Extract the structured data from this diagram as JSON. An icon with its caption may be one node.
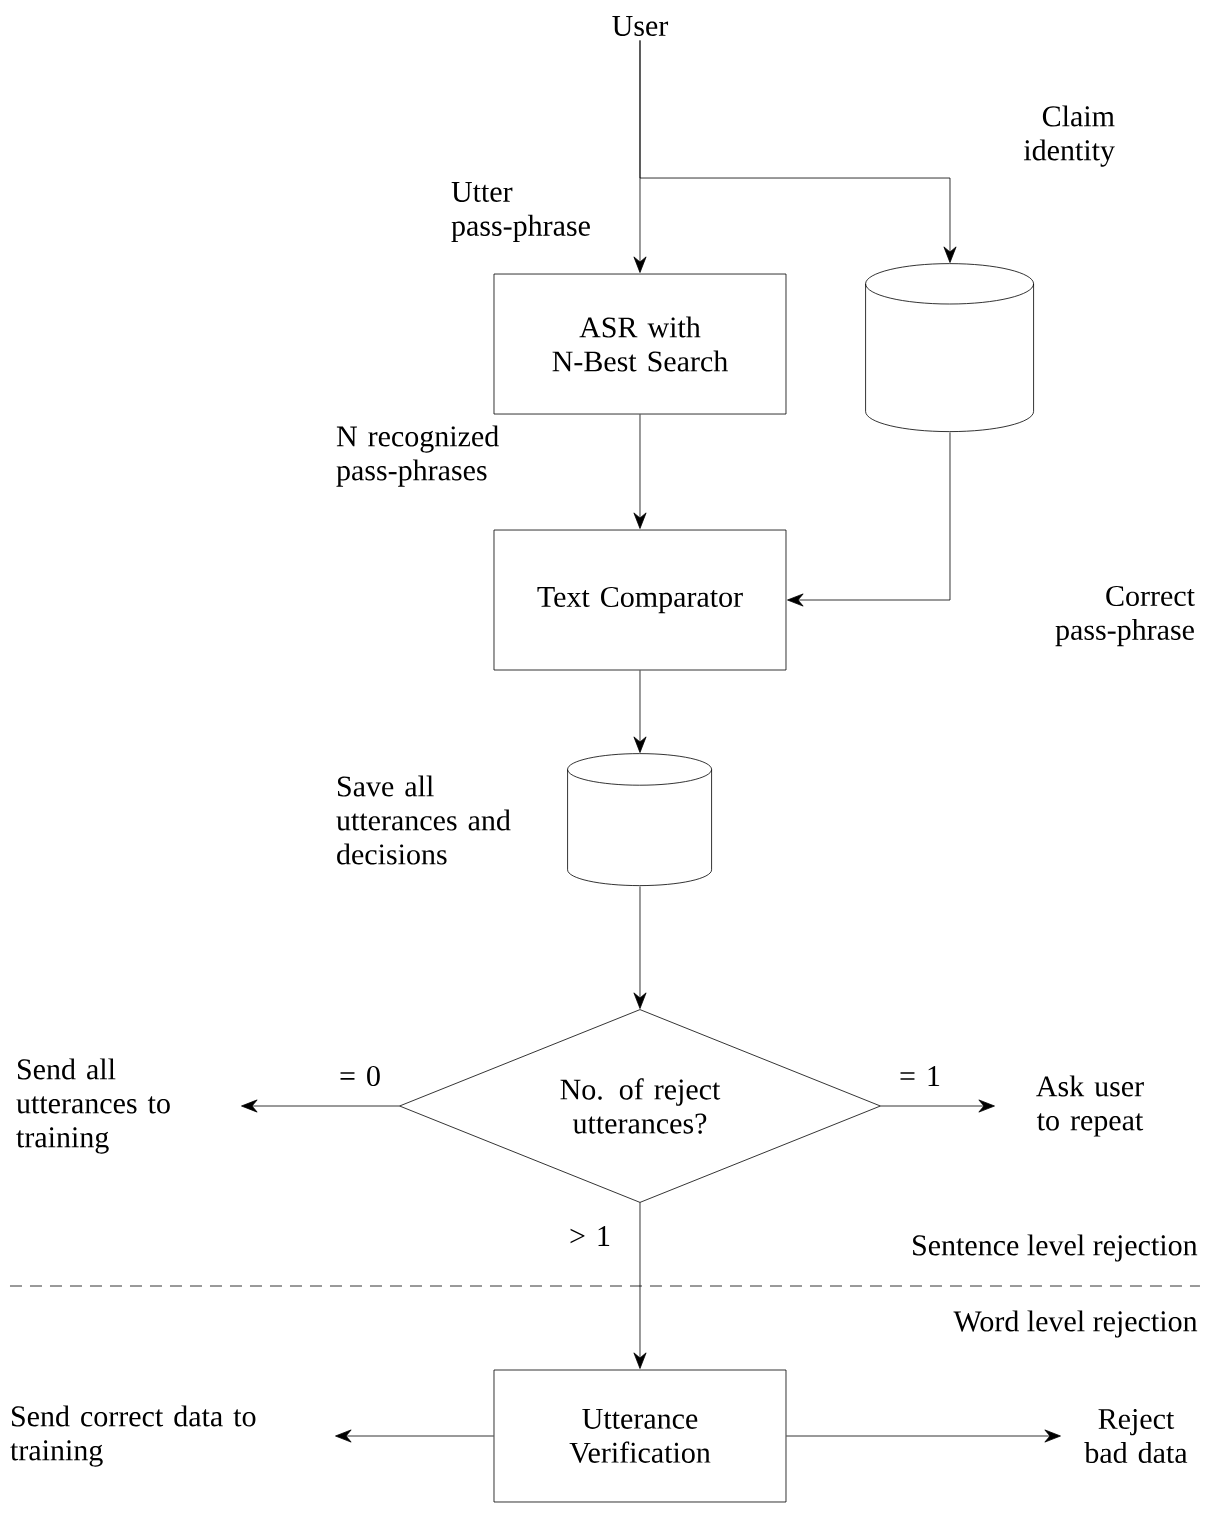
{
  "diagram": {
    "nodes": [
      {
        "text": [
          "User"
        ]
      },
      {
        "text": [
          "ASR with N-Best Search"
        ]
      },
      {
        "text": [],
        "shape": "cylinder"
      },
      {
        "text": [
          "Text Comparator"
        ]
      },
      {
        "text": [],
        "shape": "cylinder",
        "beside": [
          "Save all utterances and decisions"
        ]
      },
      {
        "text": [
          "No. of reject utterances?"
        ]
      },
      {
        "text": [
          "Send all utterances to training"
        ]
      },
      {
        "text": [
          "Ask user to repeat"
        ]
      },
      {
        "text": [
          "Utterance Verification"
        ]
      },
      {
        "text": [
          "Send correct data to training"
        ]
      },
      {
        "text": [
          "Reject bad data"
        ]
      }
    ],
    "edges": [
      {
        "from": 0,
        "to": 1,
        "arrow": "to",
        "label": "Utter pass-phrase"
      },
      {
        "from": 0,
        "to": 2,
        "arrow": "to",
        "label": "Claim identity"
      },
      {
        "from": 1,
        "to": 3,
        "arrow": "to",
        "label": "N recognized pass-phrases"
      },
      {
        "from": 2,
        "to": 3,
        "arrow": "to",
        "label": "Correct pass-phrase"
      },
      {
        "from": 3,
        "to": 4,
        "arrow": "to"
      },
      {
        "from": 4,
        "to": 5,
        "arrow": "to"
      },
      {
        "from": 5,
        "to": 6,
        "arrow": "to",
        "label": "= 0"
      },
      {
        "from": 5,
        "to": 7,
        "arrow": "to",
        "label": "= 1"
      },
      {
        "from": 5,
        "to": 8,
        "arrow": "to",
        "label": "> 1"
      },
      {
        "from": 8,
        "to": 9,
        "arrow": "to"
      },
      {
        "from": 8,
        "to": 10,
        "arrow": "to"
      }
    ],
    "labels": [
      "Sentence level rejection",
      "Word level rejection"
    ]
  }
}
